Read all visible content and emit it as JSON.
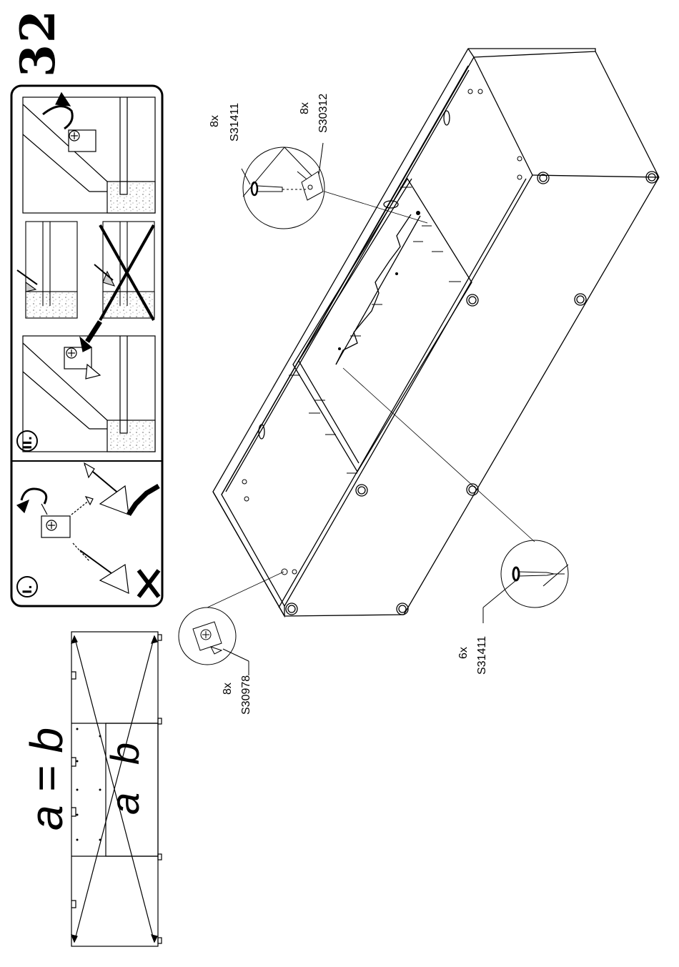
{
  "page": {
    "step_number": "32",
    "equation": "a = b",
    "label_a": "a",
    "label_b": "b"
  },
  "instruction_panel": {
    "step_i_label": "I.",
    "step_ii_label": "II."
  },
  "parts": [
    {
      "qty": "8x",
      "code": "S31411"
    },
    {
      "qty": "8x",
      "code": "S30312"
    },
    {
      "qty": "8x",
      "code": "S30978"
    },
    {
      "qty": "6x",
      "code": "S31411"
    }
  ],
  "colors": {
    "ink": "#000000",
    "paper": "#ffffff",
    "speckle": "#777777"
  }
}
